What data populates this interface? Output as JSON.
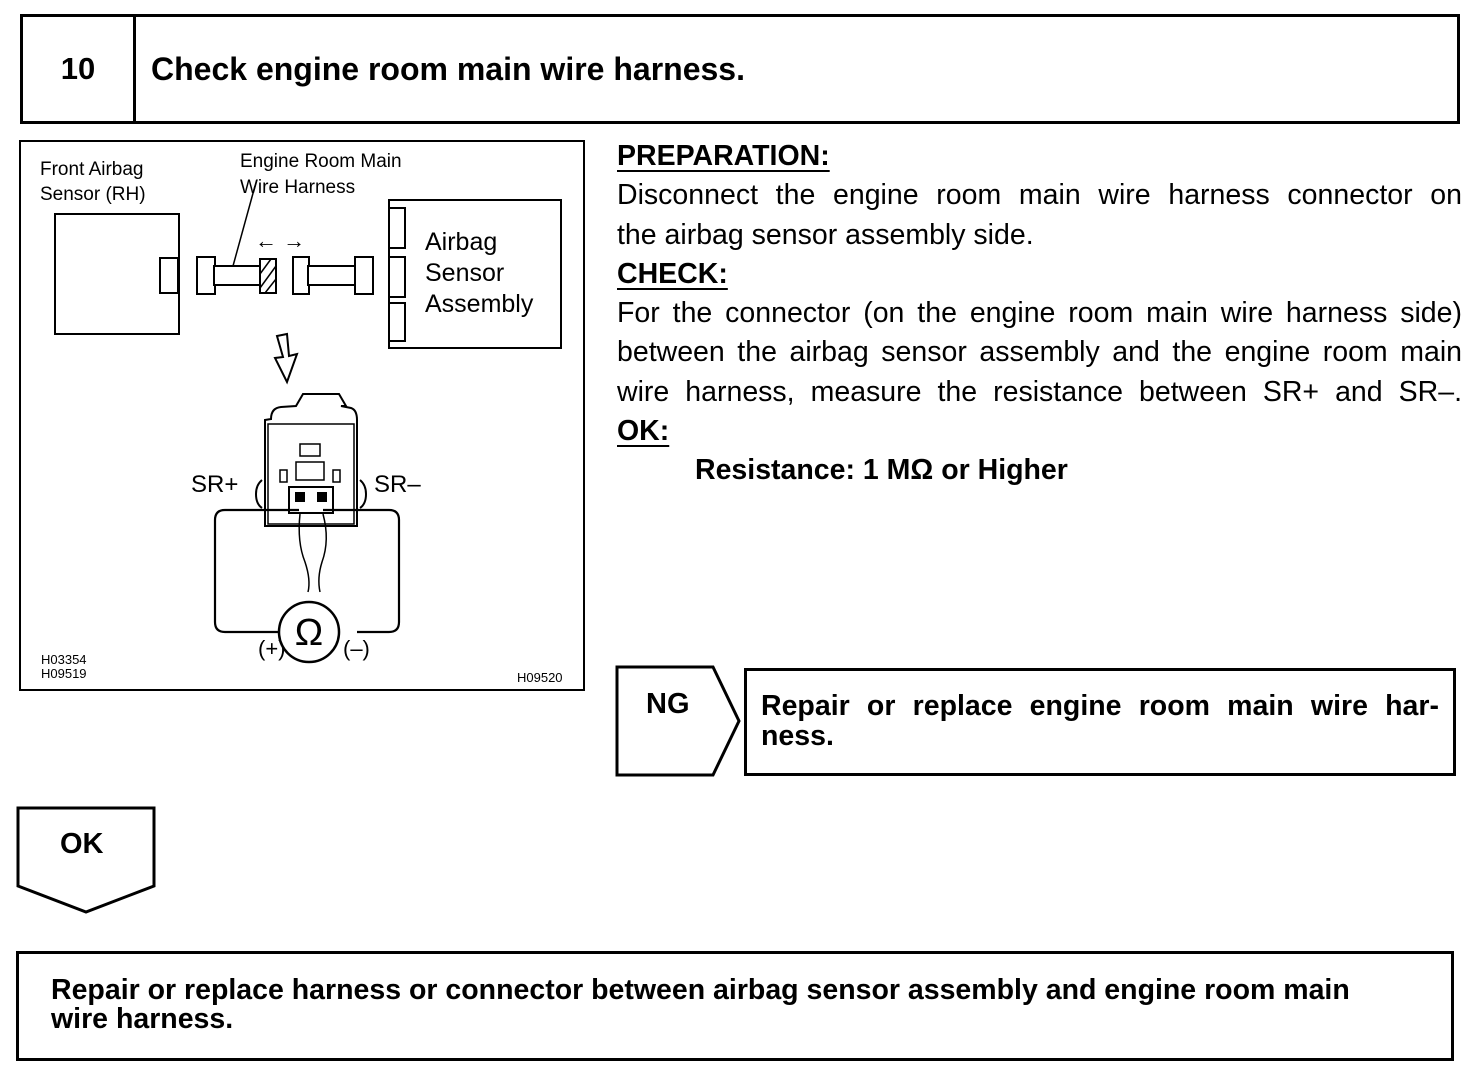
{
  "step": {
    "number": "10",
    "title": "Check engine room main wire harness."
  },
  "figure": {
    "label_front_sensor": [
      "Front Airbag",
      "Sensor (RH)"
    ],
    "label_harness": [
      "Engine  Room  Main",
      "Wire Harness"
    ],
    "label_assembly": [
      "Airbag",
      "Sensor",
      "Assembly"
    ],
    "label_sr_plus": "SR+",
    "label_sr_minus": "SR–",
    "meter_symbol": "Ω",
    "meter_plus": "(+)",
    "meter_minus": "(–)",
    "code_left": [
      "H03354",
      "H09519"
    ],
    "code_right": "H09520"
  },
  "instructions": {
    "preparation_heading": "PREPARATION:",
    "preparation_lines": [
      "Disconnect the engine room main wire harness connector on",
      "the airbag sensor assembly side."
    ],
    "check_heading": "CHECK:",
    "check_lines": [
      "For the connector (on the engine room main wire harness side)",
      "between the airbag sensor assembly and the engine room main",
      "wire harness, measure the resistance between SR+ and SR–."
    ],
    "ok_heading": "OK:",
    "ok_spec": "Resistance: 1 MΩ or Higher"
  },
  "ng_branch": {
    "label": "NG",
    "result_lines": [
      "Repair or replace engine room main wire har-",
      "ness."
    ]
  },
  "ok_branch": {
    "label": "OK"
  },
  "final_result": {
    "lines": [
      "Repair or replace harness or connector between airbag sensor assembly and engine room main",
      "wire harness."
    ]
  }
}
